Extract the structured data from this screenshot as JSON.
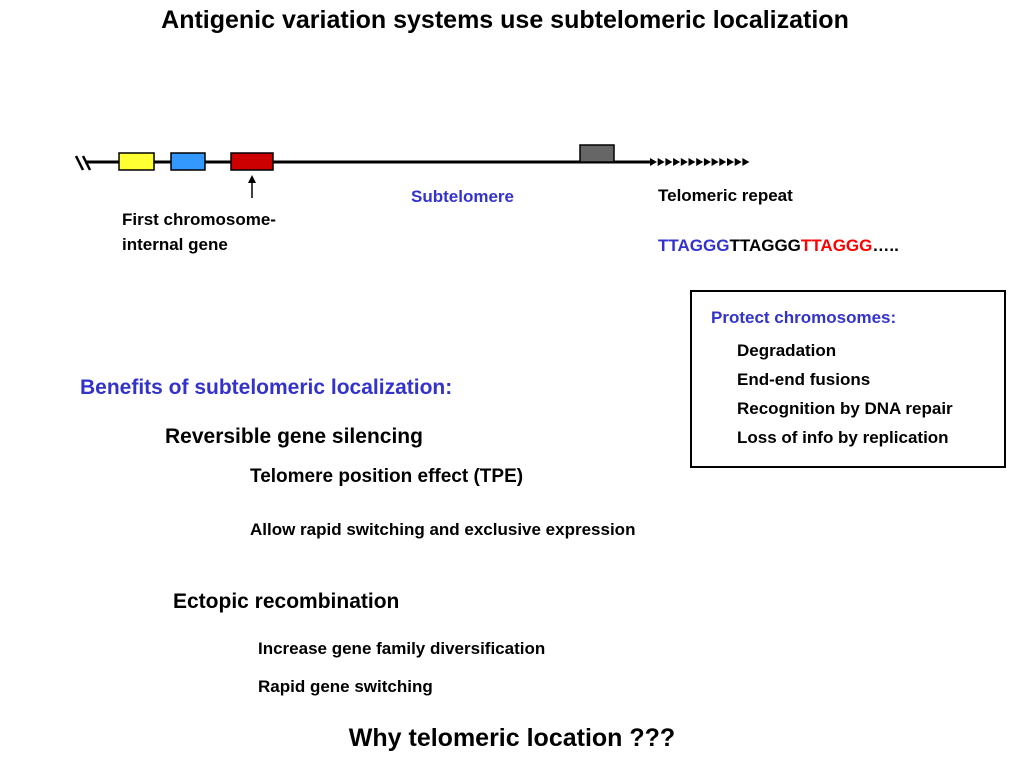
{
  "title": "Antigenic variation systems use subtelomeric localization",
  "diagram": {
    "subtelomere_label": "Subtelomere",
    "telomeric_repeat_label": "Telomeric repeat",
    "sequence": [
      "TTAGGG",
      "TTAGGG",
      "TTAGGG",
      "….."
    ],
    "first_gene_label": "First chromosome-internal gene"
  },
  "protect": {
    "title": "Protect chromosomes:",
    "items": [
      "Degradation",
      "End-end fusions",
      "Recognition by DNA repair",
      "Loss of info by replication"
    ]
  },
  "benefits": {
    "title": "Benefits of subtelomeric localization:",
    "reversible": "Reversible gene silencing",
    "tpe": "Telomere position effect (TPE)",
    "rapid_switching": "Allow rapid switching and exclusive expression",
    "ectopic": "Ectopic recombination",
    "increase": "Increase gene family diversification",
    "rapid_gene": "Rapid gene switching"
  },
  "question": "Why telomeric location ???",
  "colors": {
    "accent_blue": "#3333cc",
    "accent_red": "#ff0000",
    "gene_yellow": "#ffff33",
    "gene_blue": "#3399ff",
    "gene_red": "#cc0000",
    "subtelomeric_gray": "#666666"
  }
}
